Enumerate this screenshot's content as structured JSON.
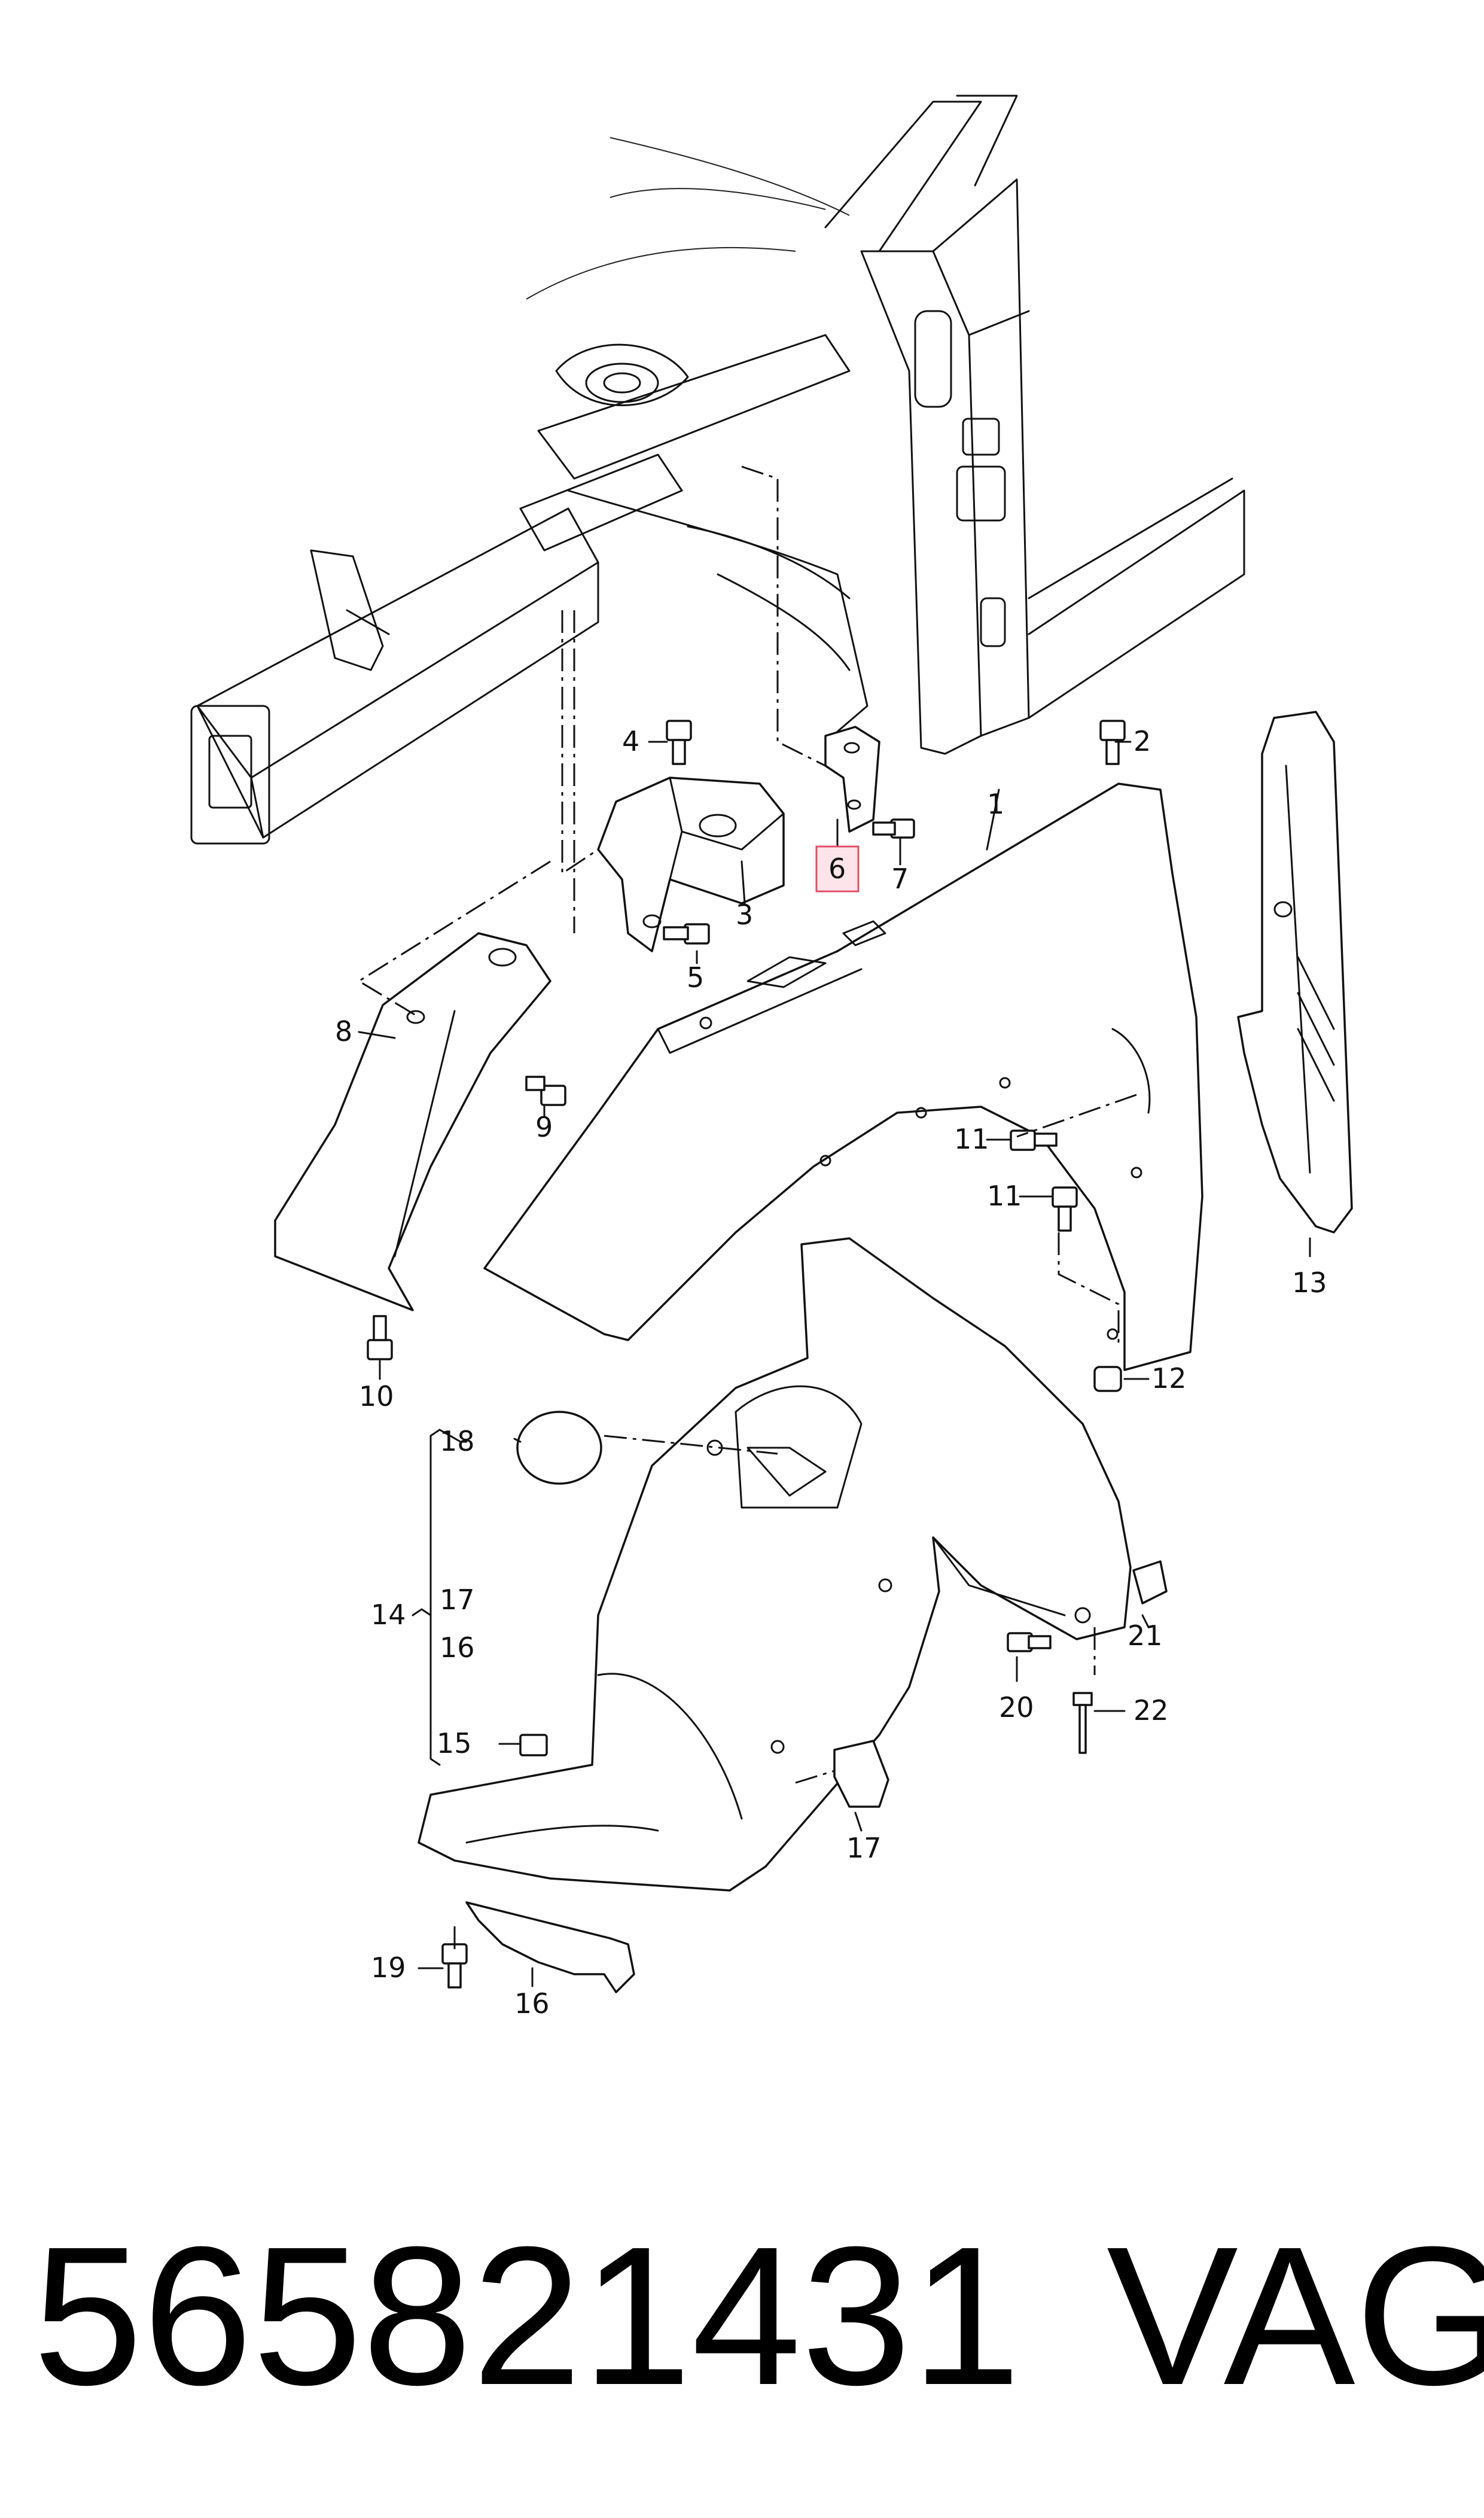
{
  "callouts": {
    "c1": "1",
    "c2": "2",
    "c3": "3",
    "c4": "4",
    "c5": "5",
    "c6": "6",
    "c7": "7",
    "c8": "8",
    "c9": "9",
    "c10": "10",
    "c11a": "11",
    "c11b": "11",
    "c12": "12",
    "c13": "13",
    "c14": "14",
    "c15": "15",
    "c16a": "16",
    "c16b": "16",
    "c17a": "17",
    "c17b": "17",
    "c18": "18",
    "c19": "19",
    "c20": "20",
    "c21": "21",
    "c22": "22"
  },
  "highlighted_part": "6",
  "caption": {
    "part_number": "565821431",
    "brand": "VAG"
  },
  "colors": {
    "line": "#111111",
    "highlight_fill": "#fde4ea",
    "highlight_stroke": "#e0506a"
  }
}
